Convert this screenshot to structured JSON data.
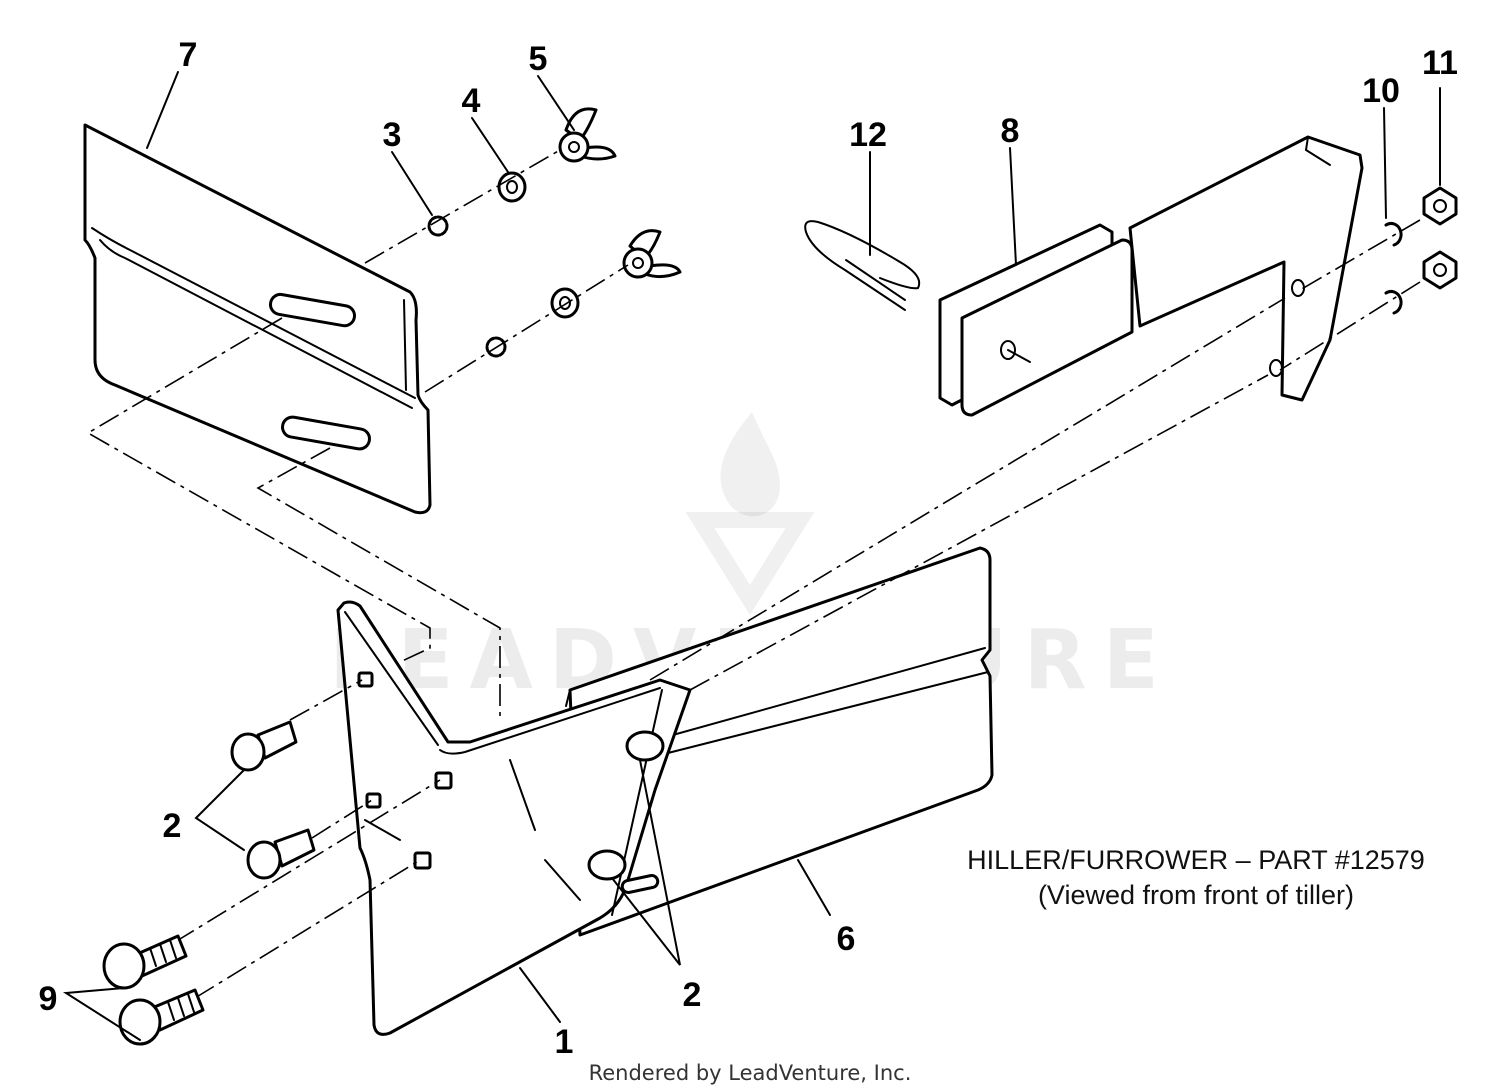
{
  "diagram": {
    "callouts": [
      "7",
      "5",
      "4",
      "3",
      "12",
      "8",
      "10",
      "11",
      "2",
      "2",
      "9",
      "1",
      "6"
    ],
    "caption_line1": "HILLER/FURROWER – PART #12579",
    "caption_line2": "(Viewed from front of tiller)",
    "watermark": "LEADVENTURE",
    "credit": "Rendered by LeadVenture, Inc."
  }
}
